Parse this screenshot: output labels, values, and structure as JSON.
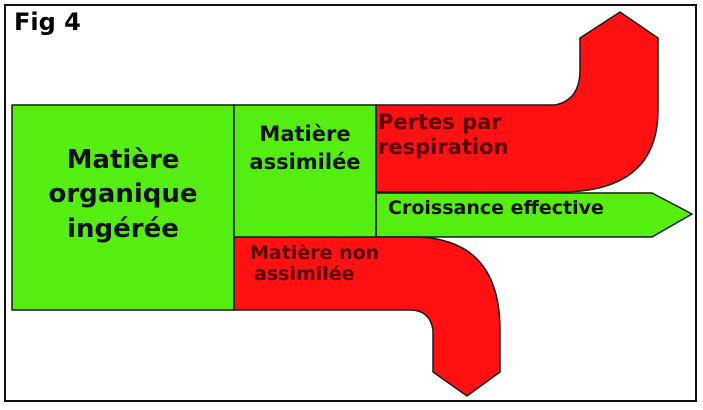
{
  "figure": {
    "title": "Fig 4",
    "colors": {
      "green": "#55ee11",
      "red": "#ff1111",
      "outline": "#1a1a1a"
    }
  },
  "boxes": {
    "ingested": {
      "line1": "Matière",
      "line2": "organique",
      "line3": "ingérée"
    },
    "assimilated": {
      "line1": "Matière",
      "line2": "assimilée"
    },
    "non_assimilated": {
      "line1": "Matière non",
      "line2": "assimilée"
    },
    "respiration": {
      "line1": "Pertes par",
      "line2": "respiration"
    },
    "growth": {
      "label": "Croissance effective"
    }
  }
}
